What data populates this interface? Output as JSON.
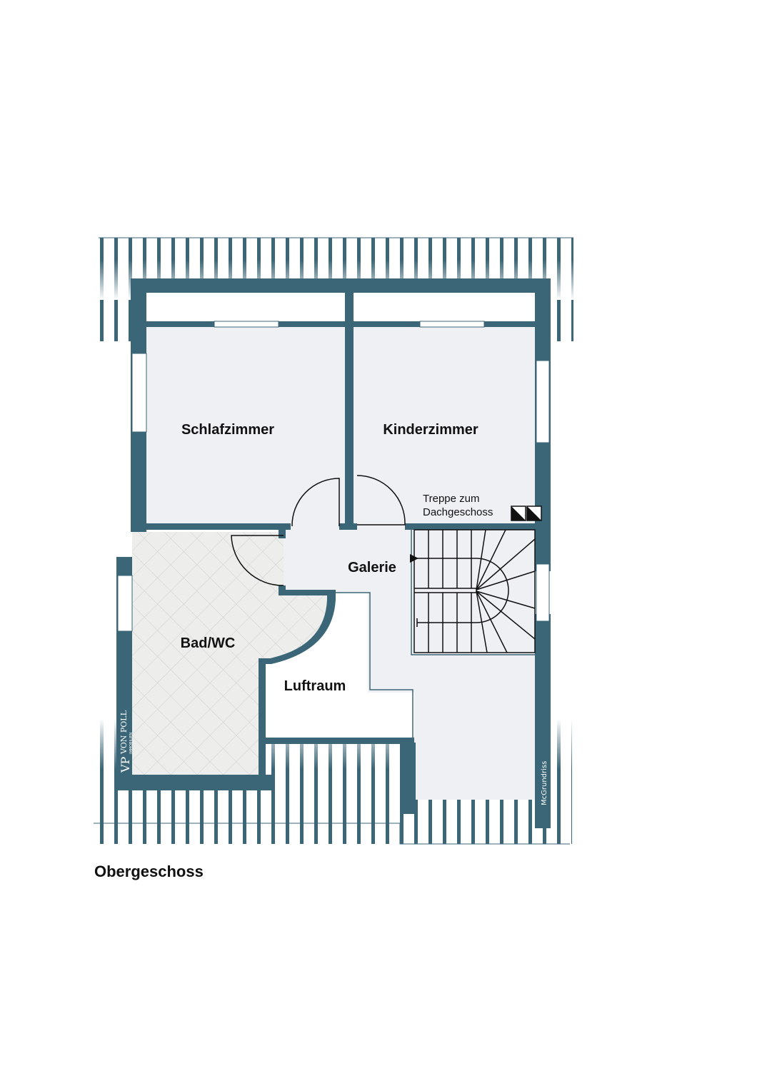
{
  "rooms": {
    "schlafzimmer": "Schlafzimmer",
    "kinderzimmer": "Kinderzimmer",
    "galerie": "Galerie",
    "bad": "Bad/WC",
    "luftraum": "Luftraum"
  },
  "stair_note": {
    "line1": "Treppe zum",
    "line2": "Dachgeschoss"
  },
  "floor_title": "Obergeschoss",
  "watermark": {
    "logo_mark": "VP",
    "logo_name": "VON POLL",
    "logo_sub": "IMMOBILIEN",
    "drawn_by": "McGrundriss"
  },
  "colors": {
    "wall": "#3b6677",
    "floor": "#eff0f4",
    "bath_floor": "#ececeb",
    "window": "#ffffff"
  }
}
